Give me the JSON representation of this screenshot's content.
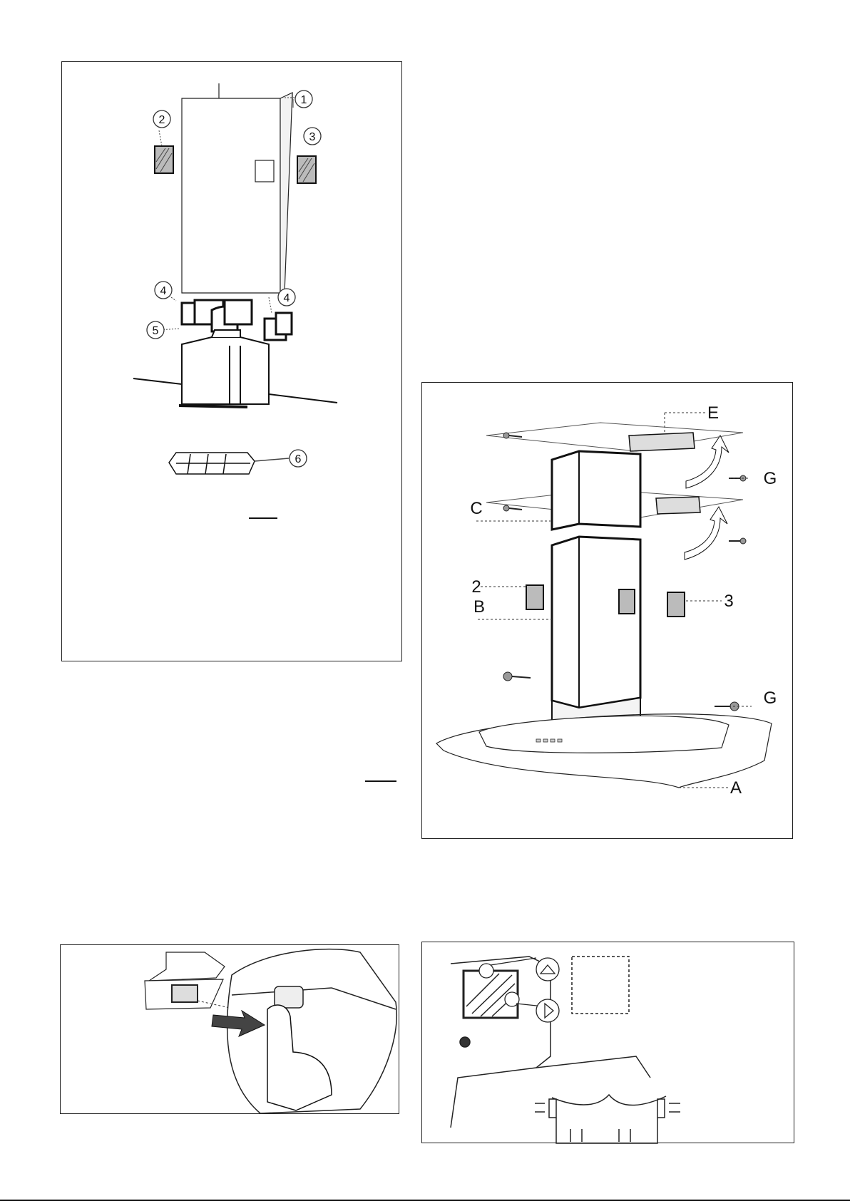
{
  "figures": {
    "fig1": {
      "callouts": [
        "1",
        "2",
        "3",
        "4",
        "4",
        "5",
        "6"
      ]
    },
    "fig2": {
      "letters": [
        "E",
        "G",
        "C",
        "2",
        "3",
        "B",
        "G",
        "A"
      ]
    }
  }
}
